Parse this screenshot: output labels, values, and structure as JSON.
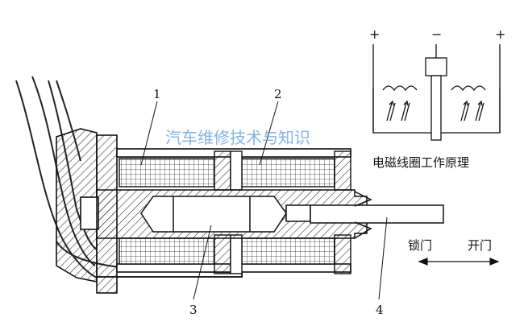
{
  "watermark": "汽车维修技术与知识",
  "callouts": {
    "c1": "1",
    "c2": "2",
    "c3": "3",
    "c4": "4"
  },
  "coil_caption": "电磁线圈工作原理",
  "terminals": {
    "left": "+",
    "middle": "−",
    "right": "+"
  },
  "direction": {
    "lock": "锁门",
    "unlock": "开门"
  }
}
